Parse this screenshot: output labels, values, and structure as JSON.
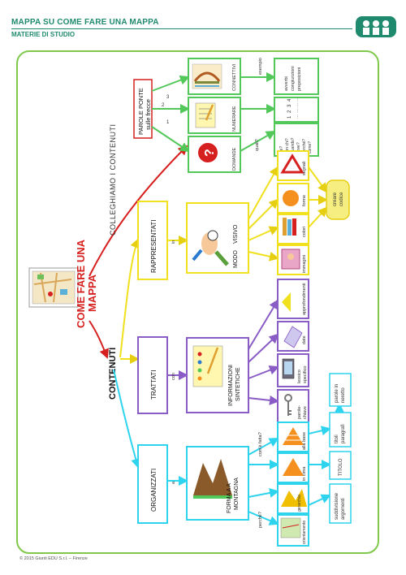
{
  "header": {
    "title": "MAPPA SU COME FARE UNA MAPPA",
    "subtitle": "MATERIE DI STUDIO"
  },
  "footer": "© 2015 Giunti EDU S.r.l. – Firenze",
  "colors": {
    "brand": "#1f8a6e",
    "frame": "#7fc84a",
    "red": "#d6201f",
    "yellow": "#f0e01e",
    "purple": "#8a5cc6",
    "cyan": "#2ed3ee",
    "green": "#53c85a"
  },
  "center": {
    "line1": "COME FARE UNA",
    "line2": "MAPPA"
  },
  "branches": {
    "top": "COLLEGHIAMO I CONTENUTI",
    "bottom": "CONTENUTI"
  },
  "parole": {
    "line1": "PAROLE PONTE",
    "line2": "sulle frecce",
    "n1": "1",
    "n2": "2",
    "n3": "3"
  },
  "connettivi": {
    "label": "CONNETTIVI",
    "edge": "esempio",
    "ex1": "avverbi",
    "ex2": "congiunzioni",
    "ex3": "preposizioni"
  },
  "numerare": {
    "label": "NUMERARE",
    "n1": "1",
    "n2": "2",
    "n3": "3",
    "n4": "4"
  },
  "domande": {
    "label": "DOMANDE",
    "edge": "quali?",
    "q1": "chi?",
    "q2": "con chi?",
    "q3": "quando?",
    "q4": "dove?",
    "q5": "perché?",
    "q6": "come?"
  },
  "rappresentati": {
    "label": "RAPPRESENTATI",
    "edge": "in"
  },
  "visivo": {
    "label1": "MODO",
    "label2": "VISIVO"
  },
  "visual": {
    "segnali": "segnali",
    "forme": "forme",
    "colori": "colori",
    "immagini": "immagini",
    "codice1": "creare",
    "codice2": "codice"
  },
  "trattati": {
    "label": "TRATTATI",
    "edge": "con"
  },
  "info": {
    "line1": "INFORMAZIONI",
    "line2": "SINTETICHE"
  },
  "info_items": {
    "approfondimenti": "approfondimenti",
    "date": "date",
    "lessico1": "lessico",
    "lessico2": "specifico",
    "parole1": "parole-",
    "parole2": "chiave"
  },
  "organizzati": {
    "label": "ORGANIZZATI",
    "edge": "a"
  },
  "montagna": {
    "line1": "FORMA A A",
    "line2": "MONTAGNA"
  },
  "mont_edges": {
    "come": "com'è fatta?",
    "perche": "perché?"
  },
  "mont_items": {
    "base": "alla base",
    "cima": "in cima",
    "gerarchia": "gerarchia",
    "orientamento": "orientamento"
  },
  "mont_leaves": {
    "parole1": "parole in",
    "parole2": "neretto",
    "titoli1": "titoli",
    "titoli2": "paragrafi",
    "titolo": "TITOLO",
    "sudd1": "suddivisione",
    "sudd2": "argomenti"
  }
}
